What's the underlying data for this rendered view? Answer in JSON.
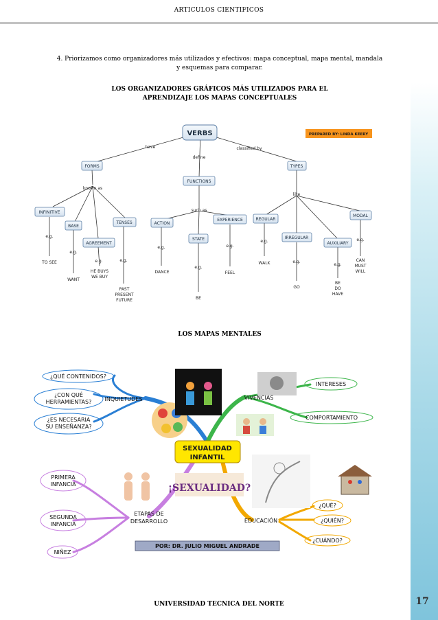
{
  "header": {
    "title": "ARTICULOS CIENTIFICOS"
  },
  "intro": {
    "line1": "4. Priorizamos como organizadores más utilizados y efectivos: mapa conceptual, mapa mental, mandala",
    "line2": "y esquemas para comparar."
  },
  "heading1": {
    "line1": "LOS ORGANIZADORES GRÁFICOS MÁS UTILIZADOS PARA EL",
    "line2": "APRENDIZAJE LOS MAPAS CONCEPTUALES"
  },
  "concept_map": {
    "root": "VERBS",
    "prepared_by": "PREPARED BY: LINDA KEERY",
    "links": {
      "have": "have",
      "define": "define",
      "classified_by": "classified by",
      "known_as": "known as",
      "such_as": "such as",
      "like": "like",
      "eg": "e.g."
    },
    "nodes": {
      "forms": "FORMS",
      "functions": "FUNCTIONS",
      "types": "TYPES",
      "infinitive": "INFINITIVE",
      "base": "BASE",
      "agreement": "AGREEMENT",
      "tenses": "TENSES",
      "action": "ACTION",
      "state": "STATE",
      "experience": "EXPERIENCE",
      "regular": "REGULAR",
      "irregular": "IRREGULAR",
      "auxiliary": "AUXILIARY",
      "modal": "MODAL"
    },
    "examples": {
      "to_see": "TO SEE",
      "want": "WANT",
      "he_buys_1": "HE BUYS",
      "he_buys_2": "WE BUY",
      "past_1": "PAST",
      "past_2": "PRESENT",
      "past_3": "FUTURE",
      "dance": "DANCE",
      "be": "BE",
      "feel": "FEEL",
      "walk": "WALK",
      "go": "GO",
      "be_do_1": "BE",
      "be_do_2": "DO",
      "be_do_3": "HAVE",
      "can_1": "CAN",
      "can_2": "MUST",
      "can_3": "WILL"
    }
  },
  "heading2": {
    "text": "LOS MAPAS  MENTALES"
  },
  "mind_map": {
    "center_1": "SEXUALIDAD",
    "center_2": "INFANTIL",
    "inquietudes": "INQUIETUDES",
    "que_contenidos": "¿QUÉ CONTENIDOS?",
    "con_que_1": "¿CON QUÉ",
    "con_que_2": "HERRAMIENTAS?",
    "es_necesaria_1": "¿ES NECESARIA",
    "es_necesaria_2": "SU ENSEÑANZA?",
    "vivencias": "VIVENCIAS",
    "intereses": "INTERESES",
    "comportamiento": "COMPORTAMIENTO",
    "etapas_1": "ETAPAS DE",
    "etapas_2": "DESARROLLO",
    "primera_1": "PRIMERA",
    "primera_2": "INFANCIA",
    "segunda_1": "SEGUNDA",
    "segunda_2": "INFANCIA",
    "ninez": "NIÑEZ",
    "educacion": "EDUCACIÓN",
    "que": "¿QUÉ?",
    "quien": "¿QUIÉN?",
    "cuando": "¿CUÁNDO?",
    "sexualidad_art": "¡SEXUALIDAD?",
    "author": "POR: DR. JULIO MIGUEL ANDRADE",
    "colors": {
      "blue": "#2a7fd4",
      "green": "#3cb54a",
      "purple": "#c77fe0",
      "orange": "#f2a800",
      "center_yellow": "#ffe600"
    }
  },
  "footer": {
    "title": "UNIVERSIDAD TECNICA DEL NORTE",
    "page": "17"
  }
}
